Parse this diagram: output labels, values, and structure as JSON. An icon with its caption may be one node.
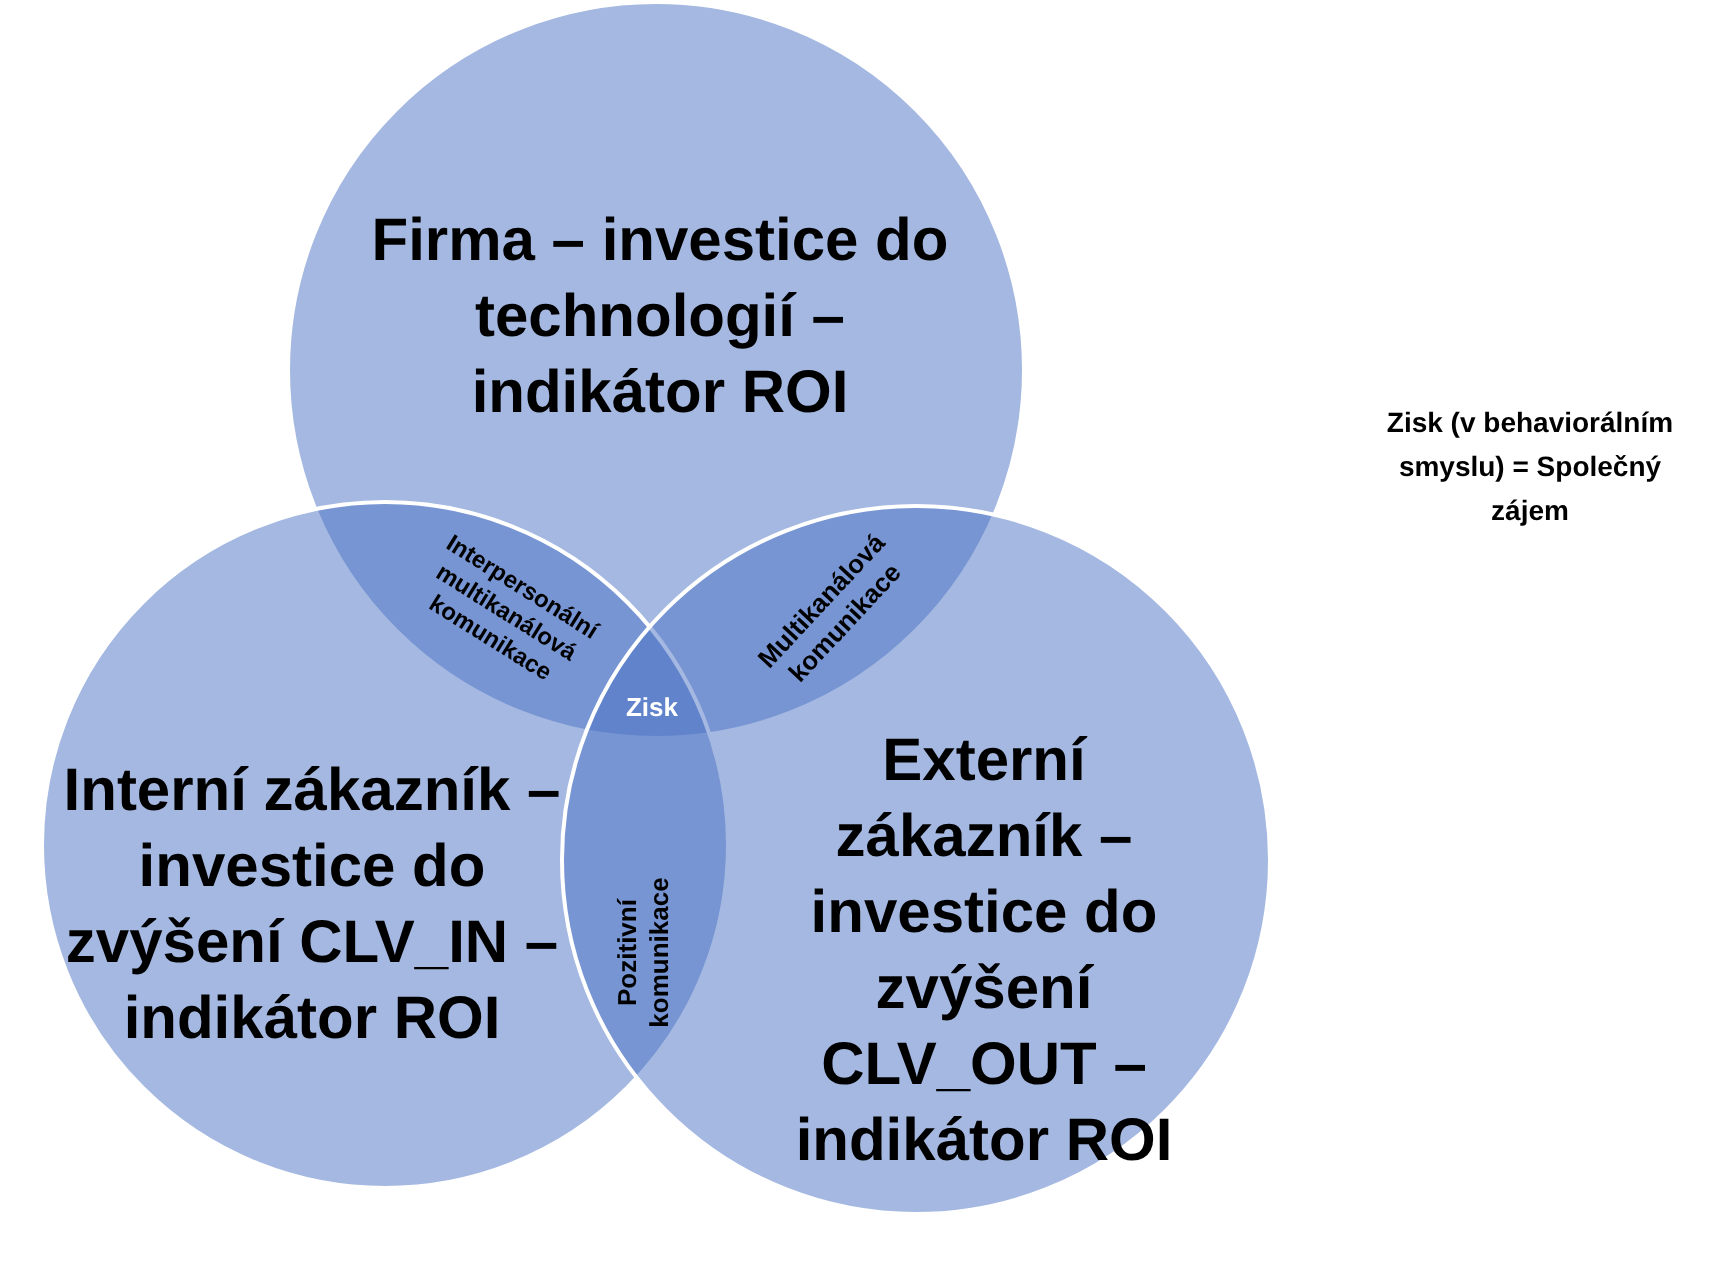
{
  "diagram": {
    "nodes": [
      {
        "text": [
          "Firma – investice do technologií – indikátor ROI"
        ]
      },
      {
        "text": [
          "Interní zákazník – investice do zvýšení CLV_IN – indikátor ROI"
        ]
      },
      {
        "text": [
          "Externí zákazník – investice do zvýšení CLV_OUT – indikátor ROI"
        ]
      },
      {
        "text": [
          "Interpersonální multikanálová komunikace"
        ]
      },
      {
        "text": [
          "Multikanálová komunikace"
        ]
      },
      {
        "text": [
          "Pozitivní komunikace"
        ]
      },
      {
        "text": [
          "Zisk"
        ]
      }
    ],
    "labels": [
      "Zisk (v behaviorálním smyslu) = Společný zájem"
    ]
  }
}
